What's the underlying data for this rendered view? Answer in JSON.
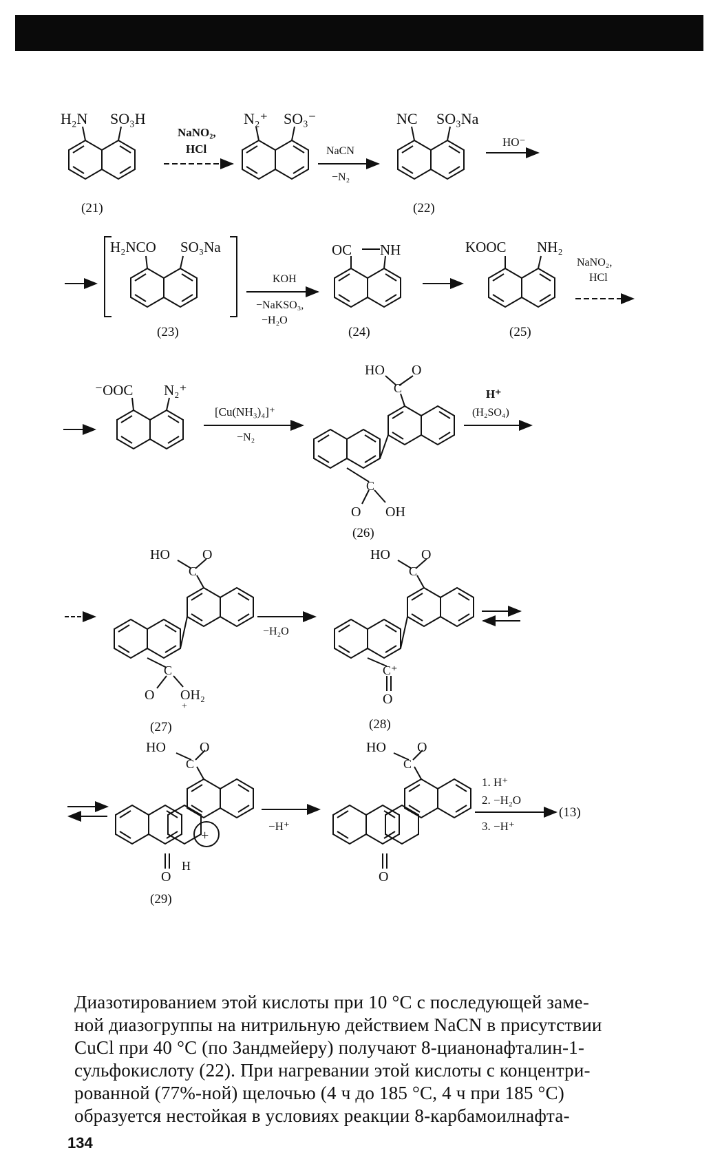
{
  "compounds": {
    "c21": {
      "label": "(21)",
      "sub_left": "H₂N",
      "sub_right": "SO₃H"
    },
    "diazo": {
      "sub_left": "N₂⁺",
      "sub_right": "SO₃⁻"
    },
    "c22": {
      "label": "(22)",
      "sub_left": "NC",
      "sub_right": "SO₃Na"
    },
    "c23": {
      "label": "(23)",
      "sub_left": "H₂NCO",
      "sub_right": "SO₃Na"
    },
    "c24": {
      "label": "(24)",
      "sub_left": "OC",
      "sub_right": "NH"
    },
    "c25": {
      "label": "(25)",
      "sub_left": "KOOC",
      "sub_right": "NH₂"
    },
    "zwit": {
      "sub_left": "⁻OOC",
      "sub_right": "N₂⁺"
    },
    "c26": {
      "label": "(26)",
      "ho": "HO",
      "o": "O",
      "c": "C",
      "o2": "O",
      "oh": "OH"
    },
    "c27": {
      "label": "(27)",
      "ho": "HO",
      "o": "O",
      "c": "C",
      "o2": "O",
      "oh2": "OH₂",
      "plus": "+"
    },
    "c28": {
      "label": "(28)",
      "ho": "HO",
      "o": "O",
      "c": "C",
      "cplus": "C⁺",
      "o2": "O"
    },
    "c29": {
      "label": "(29)",
      "ho": "HO",
      "o": "O",
      "c": "C",
      "o2": "O",
      "h": "H",
      "plus": "+"
    },
    "c30": {
      "ho": "HO",
      "o": "O",
      "c": "C",
      "o2": "O"
    },
    "final": "(13)"
  },
  "reagents": {
    "r1_top": "NaNO₂,",
    "r1_bot": "HCl",
    "r2_top": "NaCN",
    "r2_bot": "−N₂",
    "r3_top": "HO⁻",
    "r4_top": "KOH",
    "r4_mid": "−NaKSO₃,",
    "r4_bot": "−H₂O",
    "r5_top": "NaNO₂,",
    "r5_bot": "HCl",
    "r6_top": "[Cu(NH₃)₄]⁺",
    "r6_bot": "−N₂",
    "r7_top": "H⁺",
    "r7_bot": "(H₂SO₄)",
    "r8": "−H₂O",
    "r9": "−H⁺",
    "r10_1": "1. H⁺",
    "r10_2": "2. −H₂O",
    "r10_3": "3. −H⁺"
  },
  "paragraph": [
    "Диазотированием этой кислоты при 10 °С с последующей заме-",
    "ной диазогруппы на нитрильную действием NaCN в присутствии",
    "CuCl при 40 °С (по Зандмейеру) получают 8-цианонафталин-1-",
    "сульфокислоту (22). При нагревании этой кислоты с концентри-",
    "рованной (77%-ной) щелочью (4 ч до 185 °С, 4 ч при 185 °С)",
    "образуется нестойкая в условиях реакции  8-карбамоилнафта-"
  ],
  "page_number": "134"
}
